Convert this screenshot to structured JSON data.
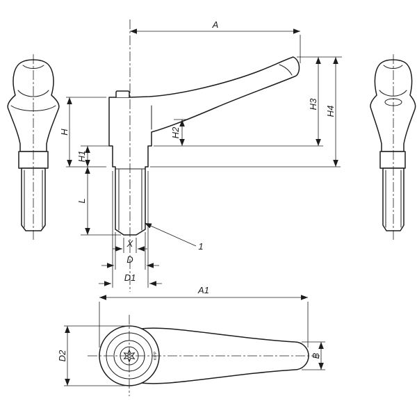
{
  "drawing": {
    "background": "#ffffff",
    "line_color": "#1c1c1c",
    "front_view": {
      "dim_a": "A",
      "dim_h": "H",
      "dim_h1": "H1",
      "dim_h2": "H2",
      "dim_h3": "H3",
      "dim_h4": "H4",
      "dim_l": "L",
      "dim_x": "X",
      "dim_d": "D",
      "dim_d1": "D1",
      "callout_1": "1"
    },
    "top_view": {
      "dim_a1": "A1",
      "dim_d2": "D2",
      "dim_b": "B",
      "stamp": "KIPP"
    }
  }
}
